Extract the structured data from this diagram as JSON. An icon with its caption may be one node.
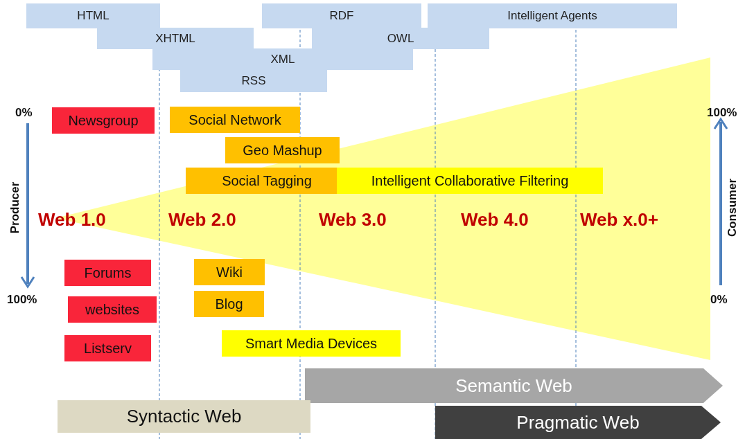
{
  "diagram": {
    "nodes": [
      {
        "text": [
          "HTML"
        ]
      },
      {
        "text": [
          "RDF"
        ]
      },
      {
        "text": [
          "Intelligent Agents"
        ]
      },
      {
        "text": [
          "XHTML"
        ]
      },
      {
        "text": [
          "OWL"
        ]
      },
      {
        "text": [
          "XML"
        ]
      },
      {
        "text": [
          "RSS"
        ]
      },
      {
        "text": [
          "Newsgroup"
        ]
      },
      {
        "text": [
          "Social Network"
        ]
      },
      {
        "text": [
          "Geo Mashup"
        ]
      },
      {
        "text": [
          "Social Tagging"
        ]
      },
      {
        "text": [
          "Intelligent Collaborative Filtering"
        ]
      },
      {
        "text": [
          "Forums"
        ]
      },
      {
        "text": [
          "Wiki"
        ]
      },
      {
        "text": [
          "websites"
        ]
      },
      {
        "text": [
          "Blog"
        ]
      },
      {
        "text": [
          "Listserv"
        ]
      },
      {
        "text": [
          "Smart Media Devices"
        ]
      },
      {
        "text": [
          "Semantic Web"
        ]
      },
      {
        "text": [
          "Syntactic Web"
        ]
      },
      {
        "text": [
          "Pragmatic Web"
        ]
      }
    ],
    "edges": [],
    "labels": [
      "0%",
      "100%",
      "Producer",
      "Web 1.0",
      "Web 2.0",
      "Web 3.0",
      "Web 4.0",
      "Web x.0+",
      "Consumer",
      "100%",
      "0%"
    ]
  }
}
